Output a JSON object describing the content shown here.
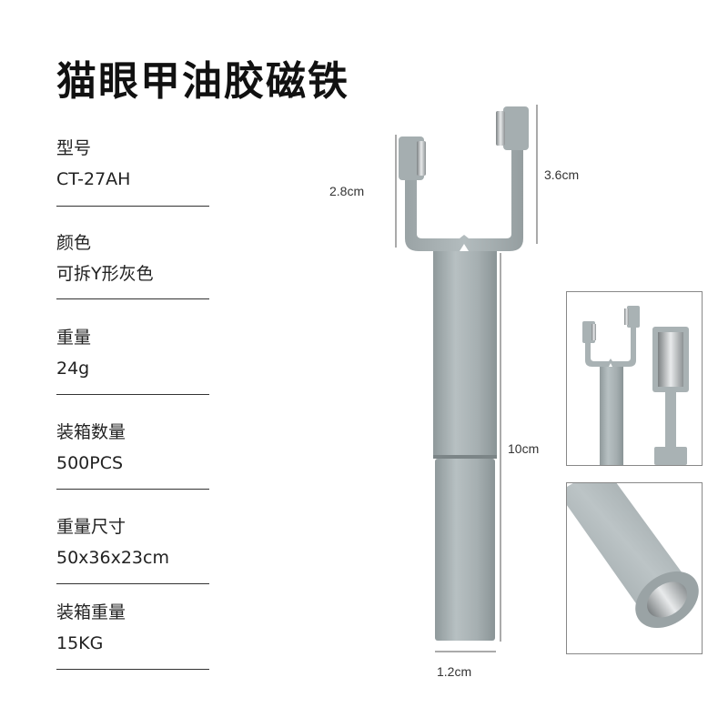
{
  "title": "猫眼甲油胶磁铁",
  "specs": [
    {
      "label": "型号",
      "value": "CT-27AH"
    },
    {
      "label": "颜色",
      "value": "可拆Y形灰色"
    },
    {
      "label": "重量",
      "value": "24g"
    },
    {
      "label": "装箱数量",
      "value": "500PCS"
    },
    {
      "label": "重量尺寸",
      "value": "50x36x23cm"
    },
    {
      "label": "装箱重量",
      "value": "15KG"
    }
  ],
  "dimensions": {
    "left_arm": "2.8cm",
    "right_arm": "3.6cm",
    "length": "10cm",
    "diameter": "1.2cm"
  },
  "colors": {
    "product_gray": "#a9b2b4",
    "magnet_silver": "#d9dbdc"
  }
}
